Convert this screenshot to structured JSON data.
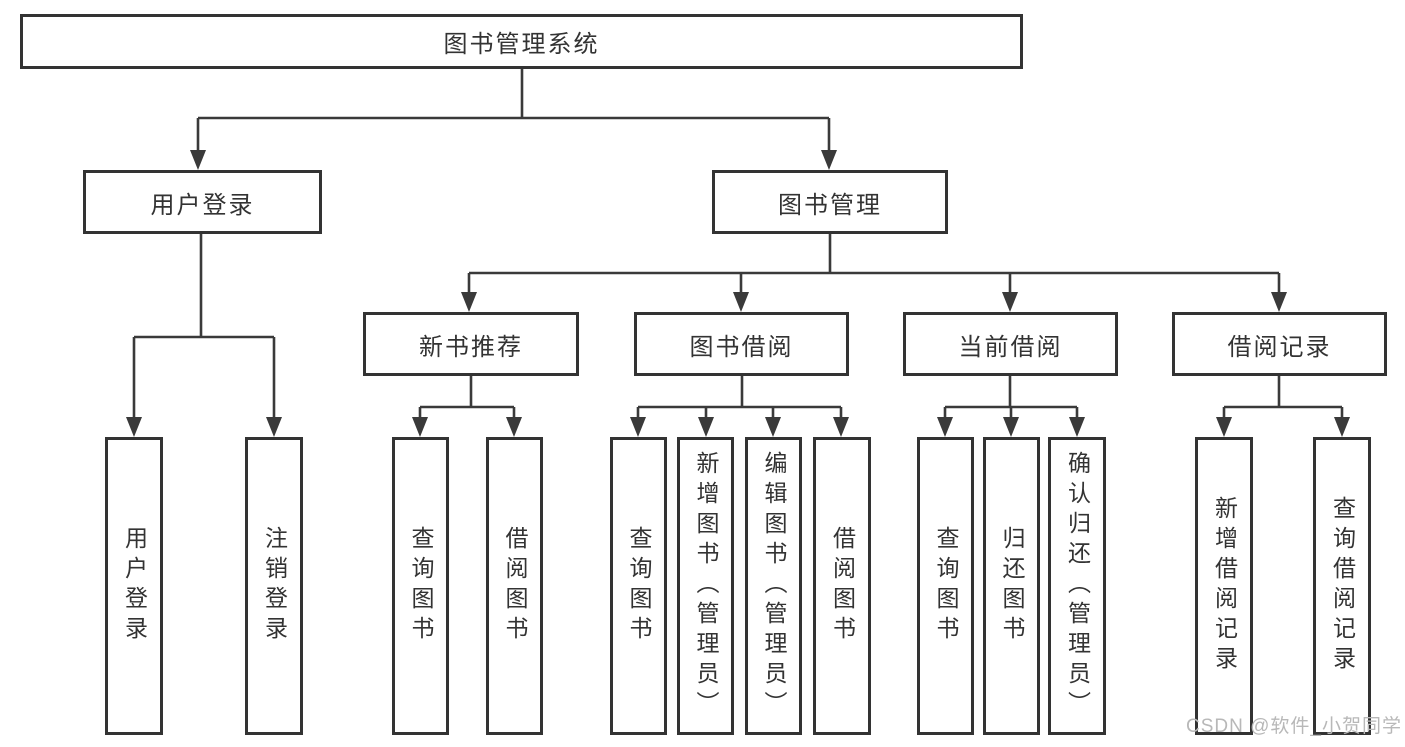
{
  "diagram": {
    "title": "图书管理系统",
    "branches": [
      {
        "label": "用户登录",
        "children": [
          "用户登录",
          "注销登录"
        ]
      },
      {
        "label": "图书管理",
        "sections": [
          {
            "label": "新书推荐",
            "children": [
              "查询图书",
              "借阅图书"
            ]
          },
          {
            "label": "图书借阅",
            "children": [
              "查询图书",
              "新增图书（管理员）",
              "编辑图书（管理员）",
              "借阅图书"
            ]
          },
          {
            "label": "当前借阅",
            "children": [
              "查询图书",
              "归还图书",
              "确认归还（管理员）"
            ]
          },
          {
            "label": "借阅记录",
            "children": [
              "新增借阅记录",
              "查询借阅记录"
            ]
          }
        ]
      }
    ]
  },
  "watermark": {
    "text": "CSDN @软件_小贺同学",
    "color": "#b8b8b8"
  },
  "colors": {
    "line": "#3a3a3a",
    "box_border": "#333333",
    "box_fill": "#ffffff",
    "text": "#333333",
    "background": "#ffffff"
  }
}
